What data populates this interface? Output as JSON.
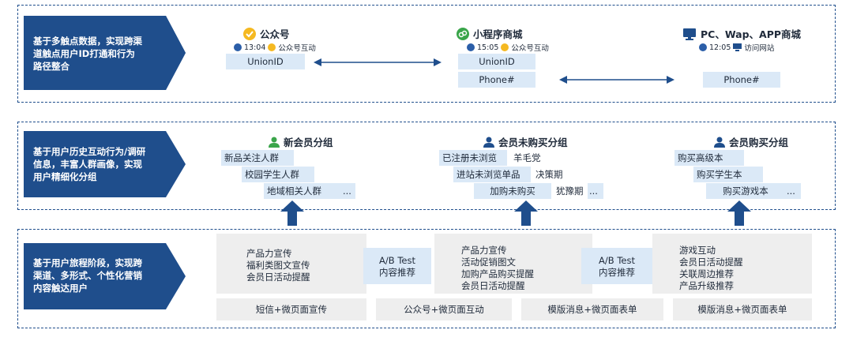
{
  "row1": {
    "chevron_text": "基于多触点数据，实现跨渠道触点用户ID打通和行为路径整合",
    "wechat": {
      "title": "公众号",
      "time": "13:04",
      "tag": "公众号互动",
      "id_label": "UnionID",
      "icon": "wechat-official-account-icon"
    },
    "miniprogram": {
      "title": "小程序商城",
      "time": "15:05",
      "tag": "公众号互动",
      "id1": "UnionID",
      "id2": "Phone#",
      "icon": "mini-program-icon"
    },
    "pc": {
      "title": "PC、Wap、APP商城",
      "time": "12:05",
      "tag": "访问网站",
      "id_label": "Phone#",
      "icon": "monitor-icon"
    }
  },
  "row2": {
    "chevron_text": "基于用户历史互动行为/调研信息，丰富人群画像，实现用户精细化分组",
    "group1": {
      "title": "新会员分组",
      "items": [
        "新品关注人群",
        "校园学生人群",
        "地域相关人群"
      ],
      "more": "..."
    },
    "group2": {
      "title": "会员未购买分组",
      "items": [
        "已注册未浏览",
        "进站未浏览单品",
        "加购未购买"
      ],
      "extras": [
        "羊毛党",
        "决策期",
        "犹豫期"
      ],
      "more": "..."
    },
    "group3": {
      "title": "会员购买分组",
      "items": [
        "购买高级本",
        "购买学生本",
        "购买游戏本"
      ],
      "more": "..."
    }
  },
  "row3": {
    "chevron_text": "基于用户旅程阶段，实现跨渠道、多形式、个性化营销内容触达用户",
    "col1": {
      "lines": [
        "产品力宣传",
        "福利类图文宣传",
        "会员日活动提醒"
      ],
      "channel": "短信+微页面宣传"
    },
    "ab1": {
      "lines": [
        "A/B Test",
        "内容推荐"
      ]
    },
    "col2": {
      "lines": [
        "产品力宣传",
        "活动促销图文",
        "加购产品购买提醒",
        "会员日活动提醒"
      ],
      "channel": "公众号+微页面互动"
    },
    "ab2": {
      "lines": [
        "A/B Test",
        "内容推荐"
      ]
    },
    "col3": {
      "lines": [
        "游戏互动",
        "会员日活动提醒",
        "关联周边推荐",
        "产品升级推荐"
      ],
      "channel": "模版消息+微页面表单"
    },
    "col4": {
      "channel": "模版消息+微页面表单"
    }
  },
  "colors": {
    "navy": "#1f4e8c",
    "light_blue": "#dbe9f7",
    "gray": "#eeeeee",
    "green": "#3aa54a",
    "gold": "#f5b921"
  }
}
